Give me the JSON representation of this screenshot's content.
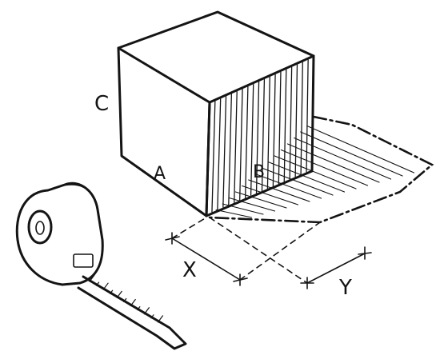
{
  "labels": {
    "height_edge": "C",
    "front_face": "A",
    "side_face": "B",
    "shadow_depth": "X",
    "shadow_width": "Y"
  },
  "colors": {
    "ink": "#141414",
    "paper": "#ffffff"
  },
  "icons": {
    "tool": "tape-measure-icon"
  }
}
